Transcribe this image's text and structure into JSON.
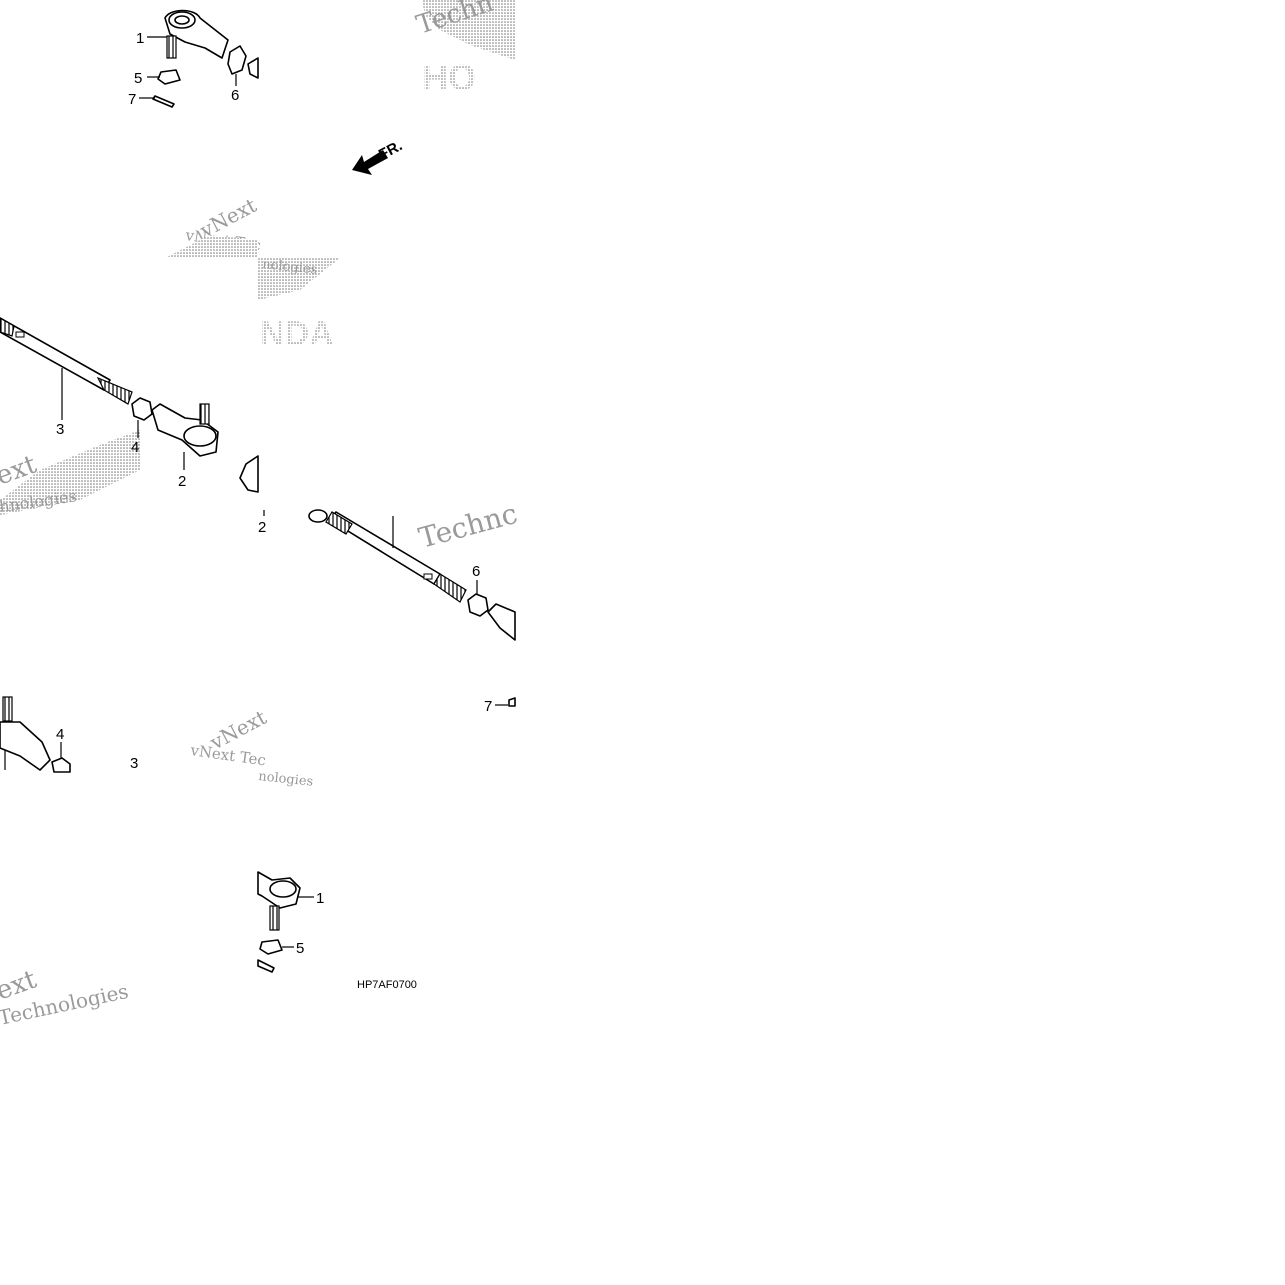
{
  "callouts": {
    "c1": "1",
    "c5": "5",
    "c7": "7",
    "c6": "6",
    "c3": "3",
    "c4": "4",
    "c2": "2",
    "c2b": "2",
    "c6b": "6",
    "c7b": "7",
    "c4b": "4",
    "c3b": "3",
    "c1b": "1",
    "c5b": "5"
  },
  "front_label": "FR.",
  "diagram_code": "HP7AF0700",
  "watermarks": {
    "vnext": "vNext",
    "vnext_tec": "vNext Tec",
    "technologies": "Technologies",
    "techn": "Techn",
    "technc": "Technc",
    "ext": "ext",
    "hnologies": "hnologies",
    "nologies": "nologies",
    "honda_ho": "HO",
    "honda_nda": "NDA"
  }
}
